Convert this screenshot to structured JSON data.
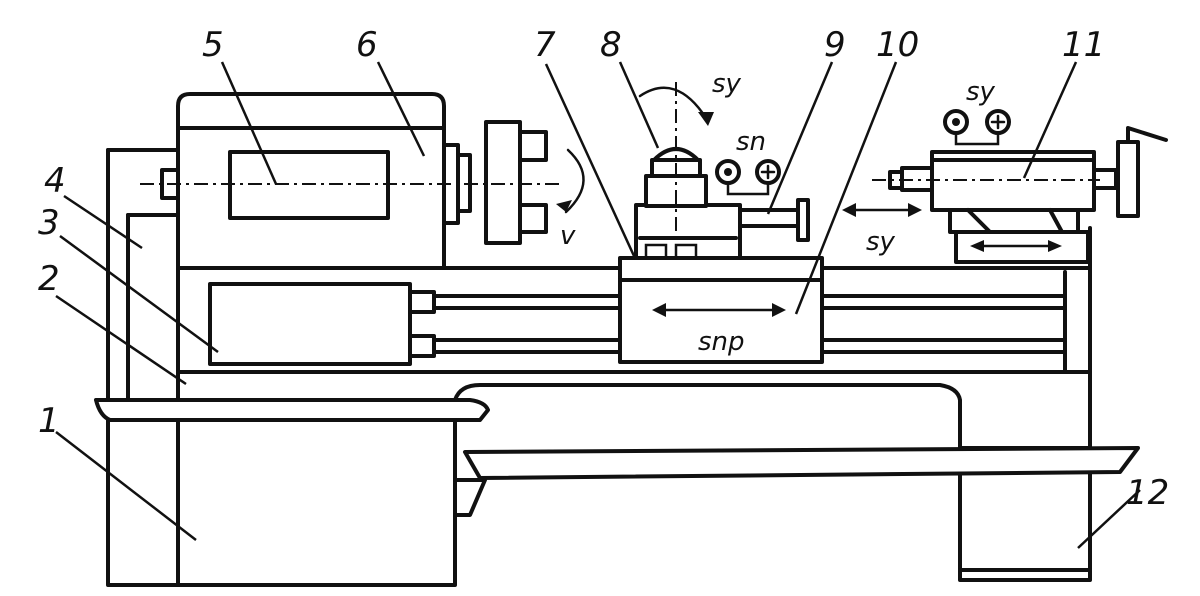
{
  "callouts": [
    "1",
    "2",
    "3",
    "4",
    "5",
    "6",
    "7",
    "8",
    "9",
    "10",
    "11",
    "12"
  ],
  "symbols": {
    "v": "v",
    "s_y_top": "sy",
    "s_n": "sn",
    "s_y_tailstock": "sy",
    "s_y_mid": "sy",
    "s_pr": "snp"
  }
}
